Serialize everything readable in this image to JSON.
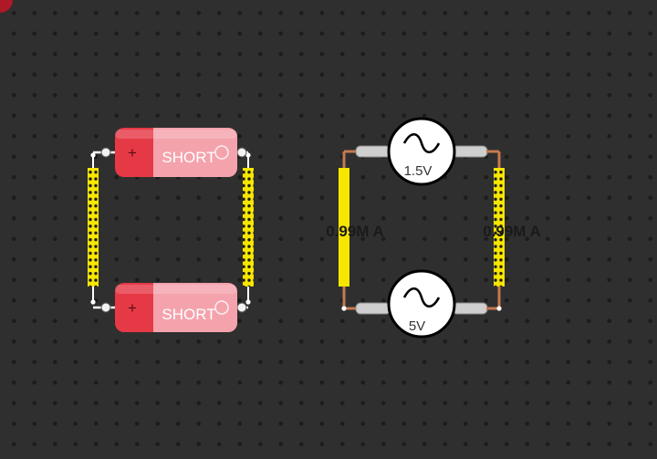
{
  "colors": {
    "board_background": "#2f2f2f",
    "board_hole": "#1c1c1c",
    "battery_red": "#e63946",
    "battery_pink": "#f4a3ad",
    "wire_yellow": "#f6e600",
    "wire_copper": "#c57a4f",
    "lead_gray": "#cfcfcf"
  },
  "circuit_left": {
    "battery_top": {
      "icon": "battery-icon",
      "terminal_symbol": "+",
      "state_label": "SHORT"
    },
    "battery_bottom": {
      "icon": "battery-icon",
      "terminal_symbol": "+",
      "state_label": "SHORT"
    }
  },
  "circuit_right": {
    "ac_source_top": {
      "icon": "sine-wave-icon",
      "voltage_label": "1.5V"
    },
    "ac_source_bottom": {
      "icon": "sine-wave-icon",
      "voltage_label": "5V"
    },
    "current_left_label": "0.99M A",
    "current_right_label": "0.99M A"
  }
}
